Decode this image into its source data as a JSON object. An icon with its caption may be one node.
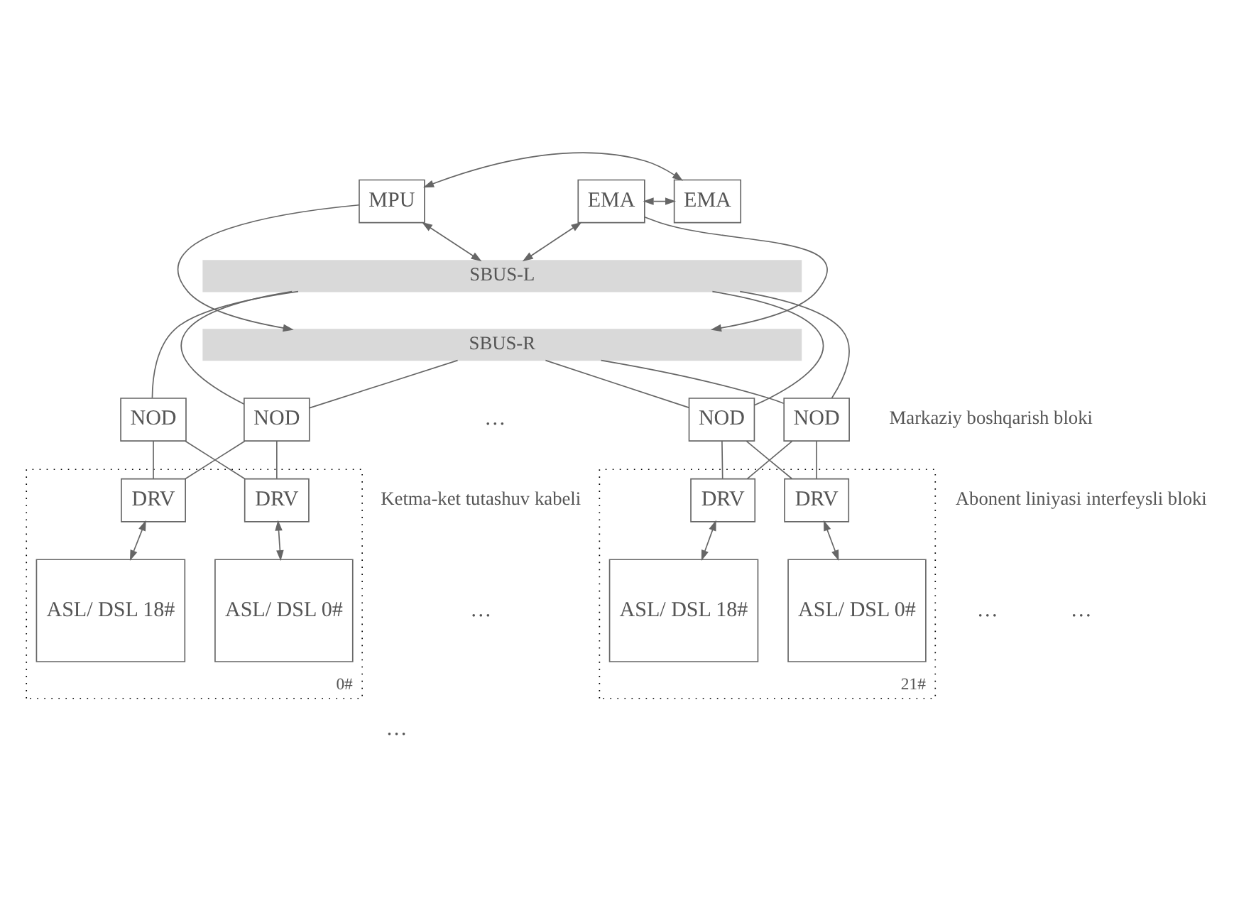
{
  "diagram": {
    "nodes": [
      {
        "text": [
          "MPU"
        ]
      },
      {
        "text": [
          "EMA"
        ]
      },
      {
        "text": [
          "EMA"
        ]
      },
      {
        "text": [
          "SBUS-L"
        ]
      },
      {
        "text": [
          "SBUS-R"
        ]
      },
      {
        "text": [
          "NOD"
        ]
      },
      {
        "text": [
          "NOD"
        ]
      },
      {
        "text": [
          "NOD"
        ]
      },
      {
        "text": [
          "NOD"
        ]
      },
      {
        "text": [
          "0#"
        ]
      },
      {
        "text": [
          "DRV"
        ],
        "in": 9
      },
      {
        "text": [
          "DRV"
        ],
        "in": 9
      },
      {
        "text": [
          "ASL/ DSL 0#"
        ],
        "in": 9
      },
      {
        "text": [
          "ASL/ DSL 18#"
        ],
        "in": 9
      },
      {
        "text": [
          "21#"
        ]
      },
      {
        "text": [
          "DRV"
        ],
        "in": 14
      },
      {
        "text": [
          "DRV"
        ],
        "in": 14
      },
      {
        "text": [
          "ASL/ DSL 0#"
        ],
        "in": 14
      },
      {
        "text": [
          "ASL/ DSL 18#"
        ],
        "in": 14
      }
    ],
    "edges": [
      {
        "from": 0,
        "to": 1,
        "arrow": "both"
      },
      {
        "from": 1,
        "to": 2,
        "arrow": "both"
      },
      {
        "from": 0,
        "to": 3,
        "arrow": "both"
      },
      {
        "from": 0,
        "to": 4,
        "arrow": "to"
      },
      {
        "from": 2,
        "to": 3,
        "arrow": "both"
      },
      {
        "from": 2,
        "to": 4,
        "arrow": "to"
      },
      {
        "from": 3,
        "to": 5,
        "arrow": "none"
      },
      {
        "from": 3,
        "to": 6,
        "arrow": "none"
      },
      {
        "from": 4,
        "to": 6,
        "arrow": "none"
      },
      {
        "from": 3,
        "to": 7,
        "arrow": "none"
      },
      {
        "from": 4,
        "to": 7,
        "arrow": "none"
      },
      {
        "from": 3,
        "to": 8,
        "arrow": "none"
      },
      {
        "from": 4,
        "to": 8,
        "arrow": "none"
      },
      {
        "from": 5,
        "to": 10,
        "arrow": "none"
      },
      {
        "from": 5,
        "to": 11,
        "arrow": "none"
      },
      {
        "from": 6,
        "to": 10,
        "arrow": "none"
      },
      {
        "from": 6,
        "to": 11,
        "arrow": "none"
      },
      {
        "from": 7,
        "to": 15,
        "arrow": "none"
      },
      {
        "from": 7,
        "to": 16,
        "arrow": "none"
      },
      {
        "from": 8,
        "to": 15,
        "arrow": "none"
      },
      {
        "from": 8,
        "to": 16,
        "arrow": "none"
      },
      {
        "from": 10,
        "to": 12,
        "arrow": "both"
      },
      {
        "from": 11,
        "to": 13,
        "arrow": "both"
      },
      {
        "from": 15,
        "to": 17,
        "arrow": "both"
      },
      {
        "from": 16,
        "to": 18,
        "arrow": "both"
      }
    ],
    "labels": [
      "…",
      "Markaziy boshqarish bloki",
      "Abonent liniyasi interfeysli bloki",
      "…",
      "Ketma-ket tutashuv kabeli",
      "…",
      "…",
      "…"
    ]
  }
}
